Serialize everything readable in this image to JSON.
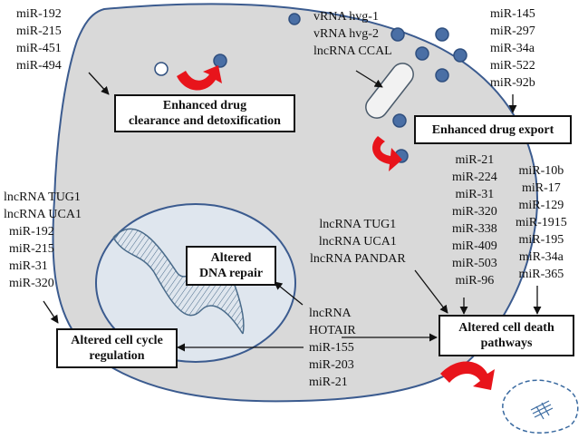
{
  "colors": {
    "cell_fill": "#d9d9d9",
    "cell_stroke": "#3b5b8f",
    "molecule_fill": "#4a6fa5",
    "molecule_stroke": "#2f4f7f",
    "arrow_red": "#e8141b",
    "nucleus_fill": "#dfe6ee",
    "dna_stroke": "#4a6b8a",
    "line": "#111111",
    "exosome_stroke": "#3a6aa0"
  },
  "mirna_groups": {
    "drug_clearance": [
      "miR-192",
      "miR-215",
      "miR-451",
      "miR-494"
    ],
    "drug_export_lnc": [
      "vRNA hvg-1",
      "vRNA hvg-2",
      "lncRNA CCAL"
    ],
    "drug_export_mir": [
      "miR-145",
      "miR-297",
      "miR-34a",
      "miR-522",
      "miR-92b"
    ],
    "cell_cycle": [
      "lncRNA TUG1",
      "lncRNA UCA1",
      "miR-192",
      "miR-215",
      "miR-31",
      "miR-320"
    ],
    "cell_death_lnc": [
      "lncRNA TUG1",
      "lncRNA UCA1",
      "lncRNA PANDAR"
    ],
    "cell_death_col1": [
      "miR-21",
      "miR-224",
      "miR-31",
      "miR-320",
      "miR-338",
      "miR-409",
      "miR-503",
      "miR-96"
    ],
    "cell_death_col2": [
      "miR-10b",
      "miR-17",
      "miR-129",
      "miR-1915",
      "miR-195",
      "miR-34a",
      "miR-365"
    ],
    "shared_center": [
      "lncRNA",
      "HOTAIR",
      "miR-155",
      "miR-203",
      "miR-21"
    ]
  },
  "boxes": {
    "drug_clearance": "Enhanced drug\nclearance and detoxification",
    "drug_export": "Enhanced drug export",
    "dna_repair": "Altered\nDNA repair",
    "cell_cycle": "Altered cell cycle\nregulation",
    "cell_death": "Altered cell death\npathways"
  },
  "icons": {
    "cell": "cell-membrane-icon",
    "nucleus": "nucleus-icon",
    "dna": "dna-helix-icon",
    "transporter": "efflux-pump-icon",
    "apoptotic_body": "apoptotic-body-icon"
  }
}
